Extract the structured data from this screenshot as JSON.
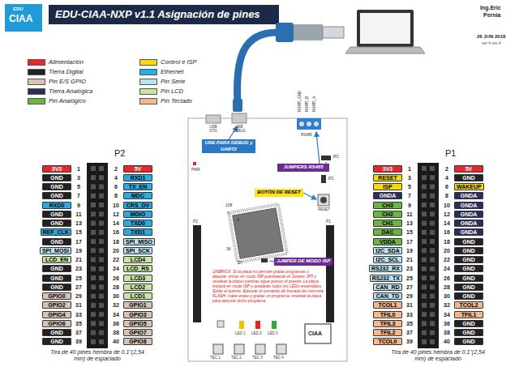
{
  "diagram": {
    "title": "EDU-CIAA-NXP v1.1 Asignación de pines",
    "nodes": [
      {
        "text": [
          "USB PARA DEBUG y UART2"
        ]
      },
      {
        "text": [
          "JUMPERS RS485"
        ]
      },
      {
        "text": [
          "BOTÓN DE RESET"
        ]
      },
      {
        "text": [
          "JUMPER DE MODO ISP"
        ]
      },
      {
        "text": [
          "3V3"
        ]
      },
      {
        "text": [
          "5V"
        ]
      },
      {
        "text": [
          "GND"
        ]
      },
      {
        "text": [
          "RXD1"
        ]
      },
      {
        "text": [
          "GND"
        ]
      },
      {
        "text": [
          "TX_EN"
        ]
      },
      {
        "text": [
          "GND"
        ]
      },
      {
        "text": [
          "MDC"
        ]
      },
      {
        "text": [
          "RXD0"
        ]
      },
      {
        "text": [
          "CRS_DV"
        ]
      },
      {
        "text": [
          "GND"
        ]
      },
      {
        "text": [
          "MDIO"
        ]
      },
      {
        "text": [
          "GND"
        ]
      },
      {
        "text": [
          "TXD0"
        ]
      },
      {
        "text": [
          "REF_CLK"
        ]
      },
      {
        "text": [
          "TXD1"
        ]
      },
      {
        "text": [
          "GND"
        ]
      },
      {
        "text": [
          "SPI_MISO"
        ]
      },
      {
        "text": [
          "SPI_MOSI"
        ]
      },
      {
        "text": [
          "SPI_SCK"
        ]
      },
      {
        "text": [
          "LCD_EN"
        ]
      },
      {
        "text": [
          "LCD4"
        ]
      },
      {
        "text": [
          "GND"
        ]
      },
      {
        "text": [
          "LCD_RS"
        ]
      },
      {
        "text": [
          "GND"
        ]
      },
      {
        "text": [
          "LCD3"
        ]
      },
      {
        "text": [
          "GND"
        ]
      },
      {
        "text": [
          "LCD2"
        ]
      },
      {
        "text": [
          "GPIO0"
        ]
      },
      {
        "text": [
          "LCD1"
        ]
      },
      {
        "text": [
          "GPIO2"
        ]
      },
      {
        "text": [
          "GPIO1"
        ]
      },
      {
        "text": [
          "GPIO4"
        ]
      },
      {
        "text": [
          "GPIO3"
        ]
      },
      {
        "text": [
          "GPIO6"
        ]
      },
      {
        "text": [
          "GPIO5"
        ]
      },
      {
        "text": [
          "GND"
        ]
      },
      {
        "text": [
          "GPIO7"
        ]
      },
      {
        "text": [
          "GND"
        ]
      },
      {
        "text": [
          "GPIO8"
        ]
      },
      {
        "text": [
          "3V3"
        ]
      },
      {
        "text": [
          "5V"
        ]
      },
      {
        "text": [
          "RESET"
        ]
      },
      {
        "text": [
          "GND"
        ]
      },
      {
        "text": [
          "ISP"
        ]
      },
      {
        "text": [
          "WAKEUP"
        ]
      },
      {
        "text": [
          "GNDA"
        ]
      },
      {
        "text": [
          "GNDA"
        ]
      },
      {
        "text": [
          "CH3"
        ]
      },
      {
        "text": [
          "GNDA"
        ]
      },
      {
        "text": [
          "CH2"
        ]
      },
      {
        "text": [
          "GNDA"
        ]
      },
      {
        "text": [
          "CH1"
        ]
      },
      {
        "text": [
          "GNDA"
        ]
      },
      {
        "text": [
          "DAC"
        ]
      },
      {
        "text": [
          "GNDA"
        ]
      },
      {
        "text": [
          "VDDA"
        ]
      },
      {
        "text": [
          "GND"
        ]
      },
      {
        "text": [
          "I2C_SDA"
        ]
      },
      {
        "text": [
          "GND"
        ]
      },
      {
        "text": [
          "I2C_SCL"
        ]
      },
      {
        "text": [
          "GND"
        ]
      },
      {
        "text": [
          "RS232_RX"
        ]
      },
      {
        "text": [
          "GND"
        ]
      },
      {
        "text": [
          "RS232_TX"
        ]
      },
      {
        "text": [
          "GND"
        ]
      },
      {
        "text": [
          "CAN_RD"
        ]
      },
      {
        "text": [
          "GND"
        ]
      },
      {
        "text": [
          "CAN_TD"
        ]
      },
      {
        "text": [
          "GND"
        ]
      },
      {
        "text": [
          "TCOL1"
        ]
      },
      {
        "text": [
          "TCOL2"
        ]
      },
      {
        "text": [
          "TFIL0"
        ]
      },
      {
        "text": [
          "TFIL1"
        ]
      },
      {
        "text": [
          "TFIL3"
        ]
      },
      {
        "text": [
          "GND"
        ]
      },
      {
        "text": [
          "TFIL2"
        ]
      },
      {
        "text": [
          "GND"
        ]
      },
      {
        "text": [
          "TCOL0"
        ]
      },
      {
        "text": [
          "GND"
        ]
      }
    ],
    "labels": [
      "EDU",
      "CIAA",
      "Ing.Eric",
      "Pernia",
      "26 JUN 2018",
      "ver 4 rev 4",
      "P2",
      "P1",
      "Tira de 40 pines hembra de 0.1\"(2,54 mm) de espaciado",
      "Tira de 40 pines hembra de 0.1\"(2,54 mm) de espaciado",
      "USB OTG",
      "USB DEBUG",
      "RS485_GND",
      "RS485_B",
      "RS485_A",
      "RS485",
      "PWR",
      "JP2",
      "JP1",
      "RESET",
      "P2",
      "P1",
      "108",
      "36",
      "37",
      "72",
      "UNBRICK: Si la placa no permite grabar programas o depurar, entrar en modo ISP puenteando el Jumper JP5 y resetear la placa mientras sigue puesto el puente. La placa iniciará en modo ISP y quedarán todos los LEDs encendidos. Soltar el puente. Ejecutar el comando de borrado de memoria FLASH: make erase y grabar un programa, resetear la placa para ejecutar dicho programa.",
      "LED 1",
      "LED 2",
      "LED 3",
      "TEC 1",
      "TEC 2",
      "TEC 3",
      "TEC 4",
      "CIAA",
      "1",
      "2",
      "3",
      "4",
      "5",
      "6",
      "7",
      "8",
      "9",
      "10",
      "11",
      "12",
      "13",
      "14",
      "15",
      "16",
      "17",
      "18",
      "19",
      "20",
      "21",
      "22",
      "23",
      "24",
      "25",
      "26",
      "27",
      "28",
      "29",
      "30",
      "31",
      "32",
      "33",
      "34",
      "35",
      "36",
      "37",
      "38",
      "39",
      "40",
      "1",
      "2",
      "3",
      "4",
      "5",
      "6",
      "7",
      "8",
      "9",
      "10",
      "11",
      "12",
      "13",
      "14",
      "15",
      "16",
      "17",
      "18",
      "19",
      "20",
      "21",
      "22",
      "23",
      "24",
      "25",
      "26",
      "27",
      "28",
      "29",
      "30",
      "31",
      "32",
      "33",
      "34",
      "35",
      "36",
      "37",
      "38",
      "39",
      "40"
    ],
    "legend": [
      {
        "text": "Alimentación",
        "color": "#e8262d"
      },
      {
        "text": "Control e ISP",
        "color": "#f5d90a"
      },
      {
        "text": "Tierra Digital",
        "color": "#222222"
      },
      {
        "text": "Ethernet",
        "color": "#29abe2"
      },
      {
        "text": "Pin E/S GPIO",
        "color": "#d7c4b7"
      },
      {
        "text": "Pin Serie",
        "color": "#b9e3f3"
      },
      {
        "text": "Tierra Analógica",
        "color": "#2b2d5a"
      },
      {
        "text": "Pin LCD",
        "color": "#c8e6a0"
      },
      {
        "text": "Pin Analógico",
        "color": "#6db543"
      },
      {
        "text": "Pin Teclado",
        "color": "#f6b78a"
      }
    ]
  }
}
